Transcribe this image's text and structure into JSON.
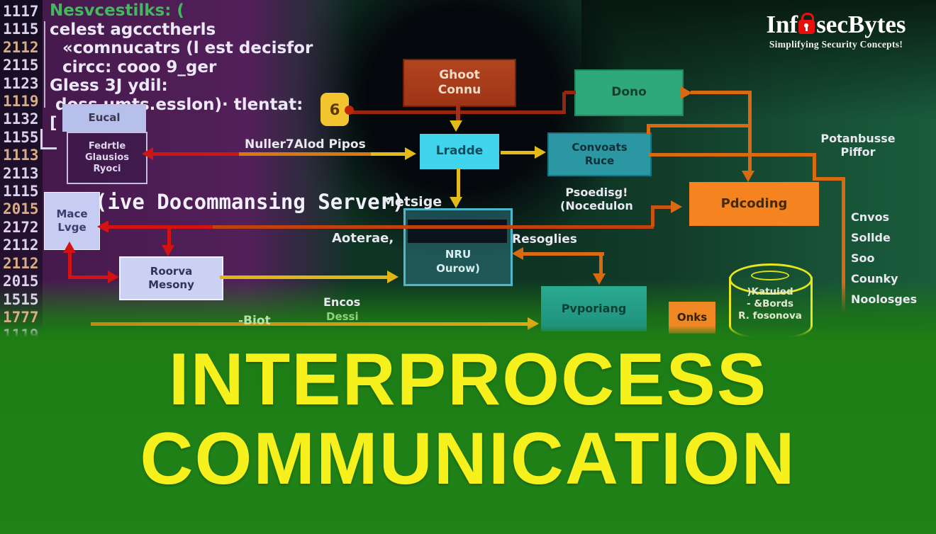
{
  "logo": {
    "prefix": "Inf",
    "suffix": "secBytes",
    "tagline": "Simplifying Security Concepts!",
    "lock_color": "#e8100e"
  },
  "title": {
    "line1": "INTERPROCESS",
    "line2": "COMMUNICATION",
    "text_color": "#f6f01c",
    "banner_color": "#1e7d15"
  },
  "code": {
    "gutter": [
      "1117",
      "1115",
      "2112",
      "2115",
      "1123",
      "1119",
      "1132",
      "1155",
      "1113",
      "2113",
      "1115",
      "2015",
      "2172",
      "2112",
      "2112",
      "2015",
      "1515",
      "1777",
      "1119"
    ],
    "lines": [
      "Nesvcestilks: (",
      "celest agccctherls",
      "«comnucatrs (l est decisfor",
      "circc: cooo 9_ger",
      "Gless 3J ydil:",
      "doss umts.esslon)· tlentat:",
      "["
    ],
    "server_label": "(ive Docommansing Server)"
  },
  "diagram": {
    "ghost": {
      "line1": "Ghoot",
      "line2": "Connu",
      "fill": "#a83c1e"
    },
    "dono": {
      "label": "Dono",
      "fill": "#2fa97b"
    },
    "lradde": {
      "label": "Lradde",
      "fill": "#40d5ec"
    },
    "convoats": {
      "line1": "Convoats",
      "line2": "Ruce",
      "fill": "#2b97a3"
    },
    "pdcoding": {
      "label": "Pdcoding",
      "fill": "#f5831f"
    },
    "pvporiang": {
      "label": "Pvporiang",
      "fill": "#28a88f"
    },
    "onks": {
      "label": "Onks",
      "fill": "#ef8722"
    },
    "mace": {
      "line1": "Mace",
      "line2": "Lvge",
      "fill": "#c7ccf2"
    },
    "roorva": {
      "line1": "Roorva",
      "line2": "Mesony",
      "fill": "#ccd0f3"
    },
    "eucal": {
      "header": "Eucal",
      "line1": "Fedrtle",
      "line2": "Glausios",
      "line3": "Ryoci"
    },
    "queue": {
      "line1": "NRU",
      "line2": "Ourow)"
    },
    "cylinder": {
      "line1": ")Katuied",
      "line2": "- &Bords",
      "line3": "R. fosonova"
    },
    "badge6": "6",
    "labels": {
      "pipes": "Nuller7Alod Pipos",
      "message": "Metsige",
      "interface": "Aoterae,",
      "registers": "Resoglies",
      "proc1": "Psoedisg!",
      "proc2": "(Nocedulon",
      "pot1": "Potanbusse",
      "pot2": "Piffor",
      "encos": "Encos",
      "dessi": "Dessi",
      "biot": "-Biot",
      "list": [
        "Cnvos",
        "Sollde",
        "Soo",
        "Counky",
        "Noolosges"
      ]
    }
  }
}
